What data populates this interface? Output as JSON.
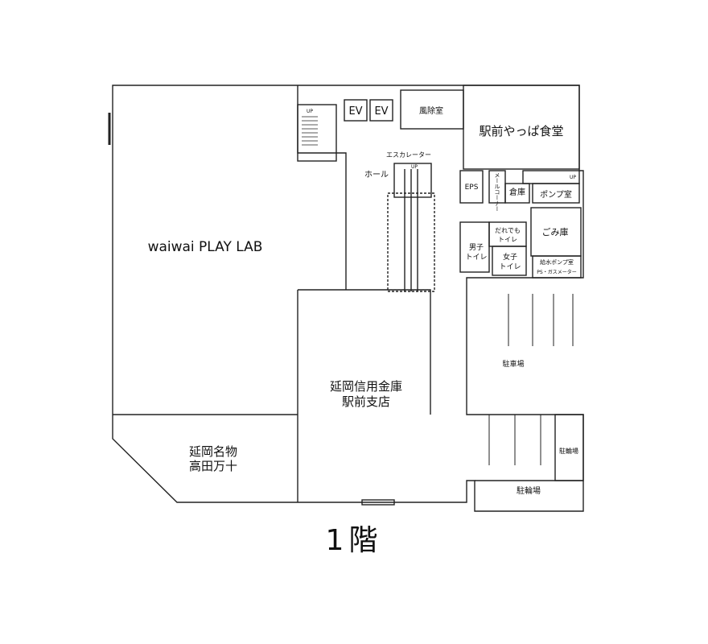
{
  "floor": {
    "title": "1階"
  },
  "rooms": {
    "play_lab": "waiwai PLAY LAB",
    "meibutsu_line1": "延岡名物",
    "meibutsu_line2": "高田万十",
    "bank_line1": "延岡信用金庫",
    "bank_line2": "駅前支店",
    "restaurant": "駅前やっぱ食堂",
    "windbreak": "風除室",
    "escalator": "エスカレーター",
    "hall": "ホール",
    "eps": "EPS",
    "meter_corner": "メールコーナー",
    "storage": "倉庫",
    "pump_room": "ポンプ室",
    "garbage": "ごみ庫",
    "toilet_all_line1": "だれでも",
    "toilet_all_line2": "トイレ",
    "toilet_men_line1": "男子",
    "toilet_men_line2": "トイレ",
    "toilet_women_line1": "女子",
    "toilet_women_line2": "トイレ",
    "water_pump_line1": "給水ポンプ室",
    "water_pump_line2": "PS・ガスメーター",
    "parking": "駐車場",
    "bicycle_parking_side": "駐輪場",
    "bicycle_parking_bottom": "駐輪場",
    "ev1": "EV",
    "ev2": "EV",
    "up_stairs_left": "UP",
    "up_escalator": "UP",
    "up_stairs_right": "UP"
  }
}
